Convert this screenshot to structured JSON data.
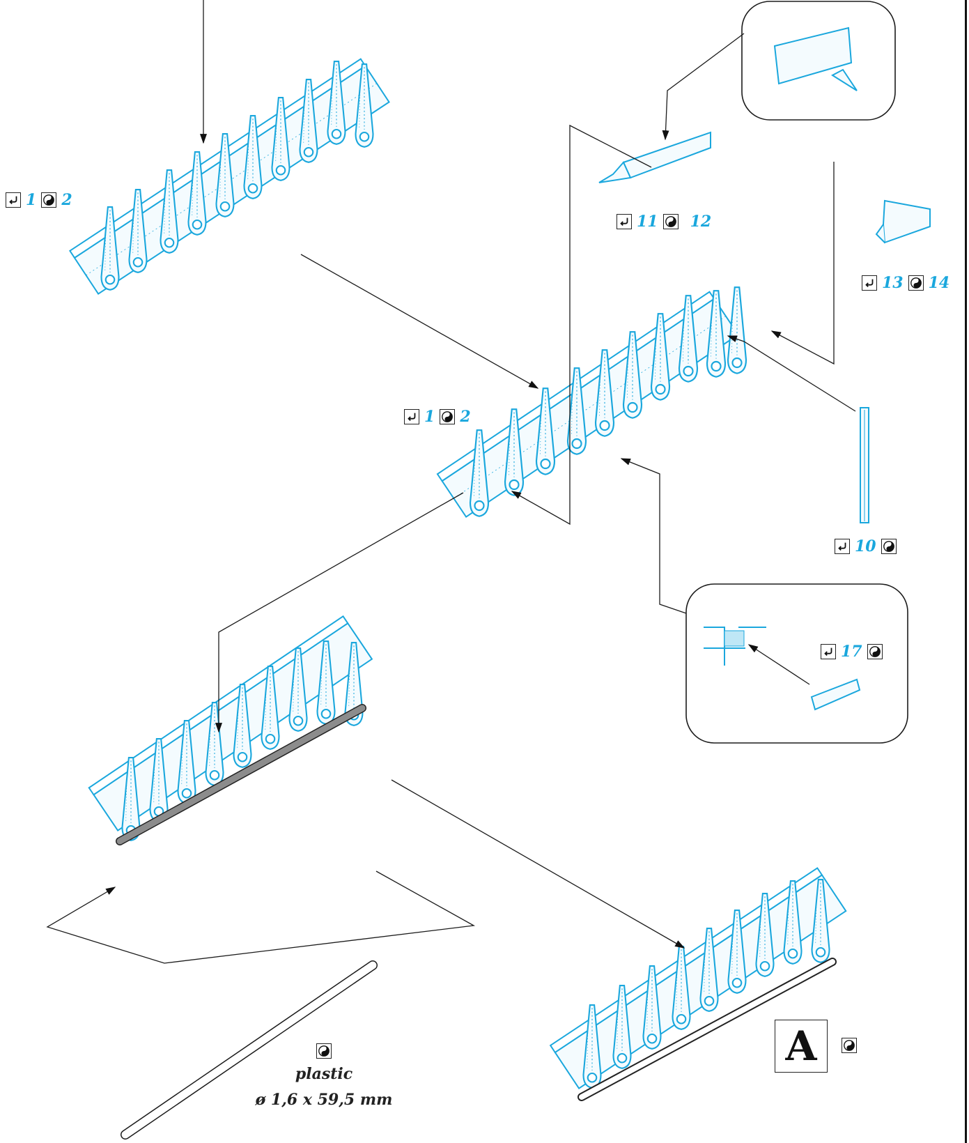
{
  "colors": {
    "part_blue": "#1aa7dd",
    "line_black": "#1b1b1b",
    "rod_gray": "#8c8c8c"
  },
  "icons": {
    "glue": "glue-hook-icon",
    "paint": "yin-yang-paint-icon"
  },
  "labels": [
    {
      "id": "step1-parts",
      "parts": [
        "1",
        "2"
      ]
    },
    {
      "id": "step2-parts",
      "parts": [
        "1",
        "2"
      ]
    },
    {
      "id": "part-11-12",
      "parts": [
        "11",
        "12"
      ]
    },
    {
      "id": "part-13-14",
      "parts": [
        "13",
        "14"
      ]
    },
    {
      "id": "part-10",
      "parts": [
        "10"
      ]
    },
    {
      "id": "part-17",
      "parts": [
        "17"
      ]
    }
  ],
  "rod": {
    "material": "plastic",
    "dimensions": "ø 1,6 x 59,5 mm"
  },
  "assembly": {
    "label": "A"
  }
}
